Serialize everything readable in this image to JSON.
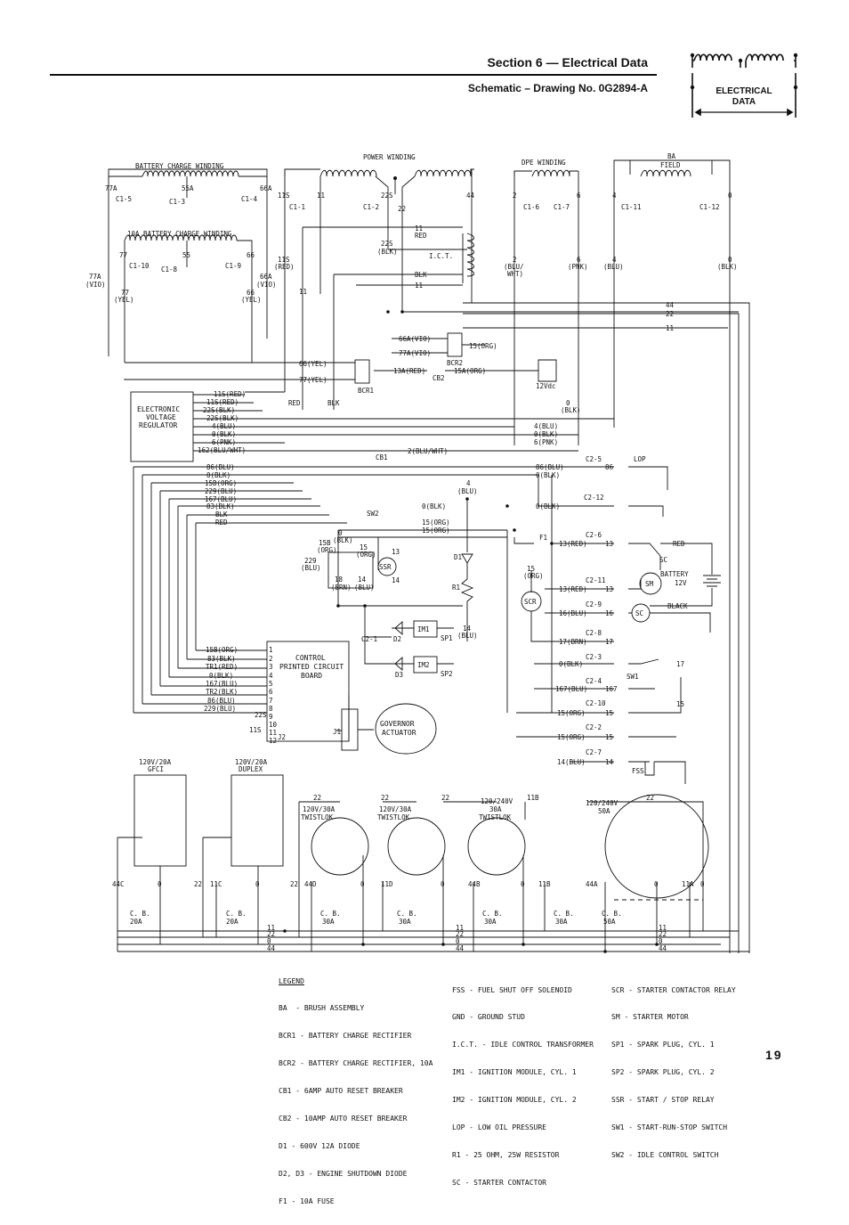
{
  "header": {
    "section_title": "Section 6 — Electrical Data",
    "drawing_title": "Schematic – Drawing No. 0G2894-A",
    "badge_line1": "ELECTRICAL",
    "badge_line2": "DATA"
  },
  "page_number": "19",
  "windings": {
    "battery_charge": "BATTERY CHARGE WINDING",
    "battery_charge_10a": "10A BATTERY CHARGE WINDING",
    "power": "POWER WINDING",
    "dpe": "DPE WINDING",
    "ba": "BA",
    "field": "FIELD"
  },
  "components": {
    "evr": [
      "ELECTRONIC",
      "VOLTAGE",
      "REGULATOR"
    ],
    "pcb": [
      "CONTROL",
      "PRINTED CIRCUIT",
      "BOARD"
    ],
    "governor": [
      "GOVERNOR",
      "ACTUATOR"
    ],
    "ict": "I.C.T.",
    "bcr1": "BCR1",
    "bcr2": "BCR2",
    "cb1": "CB1",
    "cb2": "CB2",
    "v12dc": "12Vdc",
    "sw1": "SW1",
    "sw2": "SW2",
    "ssr": "SSR",
    "scr": "SCR",
    "sm": "SM",
    "sc": "SC",
    "im1": "IM1",
    "im2": "IM2",
    "sp1": "SP1",
    "sp2": "SP2",
    "d1": "D1",
    "d2": "D2",
    "d3": "D3",
    "r1": "R1",
    "f1": "F1",
    "lop": "LOP",
    "fss": "FSS",
    "battery": [
      "BATTERY",
      "12V"
    ],
    "j1": "J1",
    "j2": "J2",
    "black": "BLACK",
    "red": "RED"
  },
  "wire_labels": {
    "w77a": "77A",
    "w55a": "55A",
    "w66a": "66A",
    "w11s": "11S",
    "w11": "11",
    "w22s": "22S",
    "w22": "22",
    "w44": "44",
    "w2": "2",
    "w6": "6",
    "w4": "4",
    "w0": "0",
    "w77": "77",
    "w55": "55",
    "w66": "66",
    "c1_5": "C1-5",
    "c1_3": "C1-3",
    "c1_4": "C1-4",
    "c1_1": "C1-1",
    "c1_2": "C1-2",
    "c1_6": "C1-6",
    "c1_7": "C1-7",
    "c1_11": "C1-11",
    "c1_12": "C1-12",
    "c1_10": "C1-10",
    "c1_8": "C1-8",
    "c1_9": "C1-9",
    "red_p": "(RED)",
    "blk_p": "(BLK)",
    "vio_p": "(VIO)",
    "yel_p": "(YEL)",
    "blu_wht_p": "(BLU/",
    "wht_p": "WHT)",
    "pnk_p": "(PNK)",
    "blu_p": "(BLU)",
    "red": "RED",
    "blk": "BLK",
    "evr_wires": [
      "11S(RED)",
      "11S(RED)",
      "22S(BLK)",
      "22S(BLK)",
      "4(BLU)",
      "0(BLK)",
      "6(PNK)",
      "162(BLU/WHT)"
    ],
    "bus_wires": [
      "86(BLU)",
      "0(BLK)",
      "15B(ORG)",
      "229(BLU)",
      "167(BLU)",
      "83(BLK)",
      "BLK",
      "RED"
    ],
    "pcb_pins": [
      "15B(ORG)",
      "83(BLK)",
      "TR1(RED)",
      "0(BLK)",
      "167(BLU)",
      "TR2(BLK)",
      "86(BLU)",
      "229(BLU)"
    ],
    "pcb_pin_numbers": [
      "1",
      "2",
      "3",
      "4",
      "5",
      "6",
      "7",
      "8",
      "9",
      "10",
      "11",
      "12"
    ],
    "right_wires": [
      "86(BLU)",
      "0(BLK)",
      "0(BLK)",
      "15(ORG)",
      "15(ORG)",
      "13(RED)",
      "13(RED)",
      "16(BLU)",
      "17(BRN)",
      "0(BLK)",
      "167(BLU)",
      "15(ORG)",
      "15(ORG)",
      "14(BLU)"
    ],
    "c2": [
      "C2-5",
      "C2-12",
      "C2-6",
      "C2-11",
      "C2-9",
      "C2-8",
      "C2-3",
      "C2-4",
      "C2-10",
      "C2-2",
      "C2-7",
      "C2-1"
    ],
    "c2_nums": [
      "86",
      "13",
      "13",
      "16",
      "17",
      "167",
      "15",
      "15",
      "14"
    ],
    "w66a_vio": "66A(VIO)",
    "w77a_vio": "77A(VIO)",
    "w15_org": "15(ORG)",
    "w66_yel": "66(YEL)",
    "w77_yel": "77(YEL)",
    "w13a_red": "13A(RED)",
    "w15a_org": "15A(ORG)",
    "w0_blk": "0(BLK)",
    "w2_blu_wht": "2(BLU/WHT)",
    "w4_blu": "4(BLU)",
    "w0_blk_b": "0(BLK)",
    "w6_pnk": "6(PNK)",
    "w15b": "15B",
    "w15": "15",
    "w13": "13",
    "w229": "229",
    "w18": "18",
    "w14": "14",
    "w_brn": "(BRN)",
    "w_org": "(ORG)",
    "w_17": "17",
    "w_15": "15"
  },
  "outlets": {
    "gfci": [
      "120V/20A",
      "GFCI"
    ],
    "duplex": [
      "120V/20A",
      "DUPLEX"
    ],
    "tl1": [
      "120V/30A",
      "TWISTLOK"
    ],
    "tl2": [
      "120V/30A",
      "TWISTLOK"
    ],
    "tl3": [
      "120/240V",
      "30A",
      "TWISTLOK"
    ],
    "l50": [
      "120/240V",
      "50A"
    ],
    "top_wires": [
      "22",
      "22",
      "22",
      "11B",
      "22"
    ],
    "wires": [
      "44C",
      "0",
      "22",
      "11C",
      "0",
      "22",
      "44D",
      "0",
      "11D",
      "0",
      "44B",
      "0",
      "11B",
      "44A",
      "0",
      "11A",
      "0"
    ],
    "breakers": [
      [
        "C. B.",
        "20A"
      ],
      [
        "C. B.",
        "20A"
      ],
      [
        "C. B.",
        "30A"
      ],
      [
        "C. B.",
        "30A"
      ],
      [
        "C. B.",
        "30A"
      ],
      [
        "C. B.",
        "30A"
      ],
      [
        "C. B.",
        "50A"
      ]
    ],
    "bus": [
      "11",
      "22",
      "0",
      "44"
    ],
    "bus2": [
      "11",
      "22",
      "0",
      "44"
    ],
    "bus3": [
      "11",
      "22",
      "0",
      "44"
    ]
  },
  "legend": {
    "title": "LEGEND",
    "col1": [
      "BA  - BRUSH ASSEMBLY",
      "BCR1 - BATTERY CHARGE RECTIFIER",
      "BCR2 - BATTERY CHARGE RECTIFIER, 10A",
      "CB1 - 6AMP AUTO RESET BREAKER",
      "CB2 - 10AMP AUTO RESET BREAKER",
      "D1 - 600V 12A DIODE",
      "D2, D3 - ENGINE SHUTDOWN DIODE",
      "F1 - 10A FUSE"
    ],
    "col2": [
      "FSS - FUEL SHUT OFF SOLENOID",
      "GND - GROUND STUD",
      "I.C.T. - IDLE CONTROL TRANSFORMER",
      "IM1 - IGNITION MODULE, CYL. 1",
      "IM2 - IGNITION MODULE, CYL. 2",
      "LOP - LOW OIL PRESSURE",
      "R1 - 25 OHM, 25W RESISTOR",
      "SC - STARTER CONTACTOR"
    ],
    "col3": [
      "SCR - STARTER CONTACTOR RELAY",
      "SM - STARTER MOTOR",
      "SP1 - SPARK PLUG, CYL. 1",
      "SP2 - SPARK PLUG, CYL. 2",
      "SSR - START / STOP RELAY",
      "SW1 - START-RUN-STOP SWITCH",
      "SW2 - IDLE CONTROL SWITCH"
    ]
  }
}
